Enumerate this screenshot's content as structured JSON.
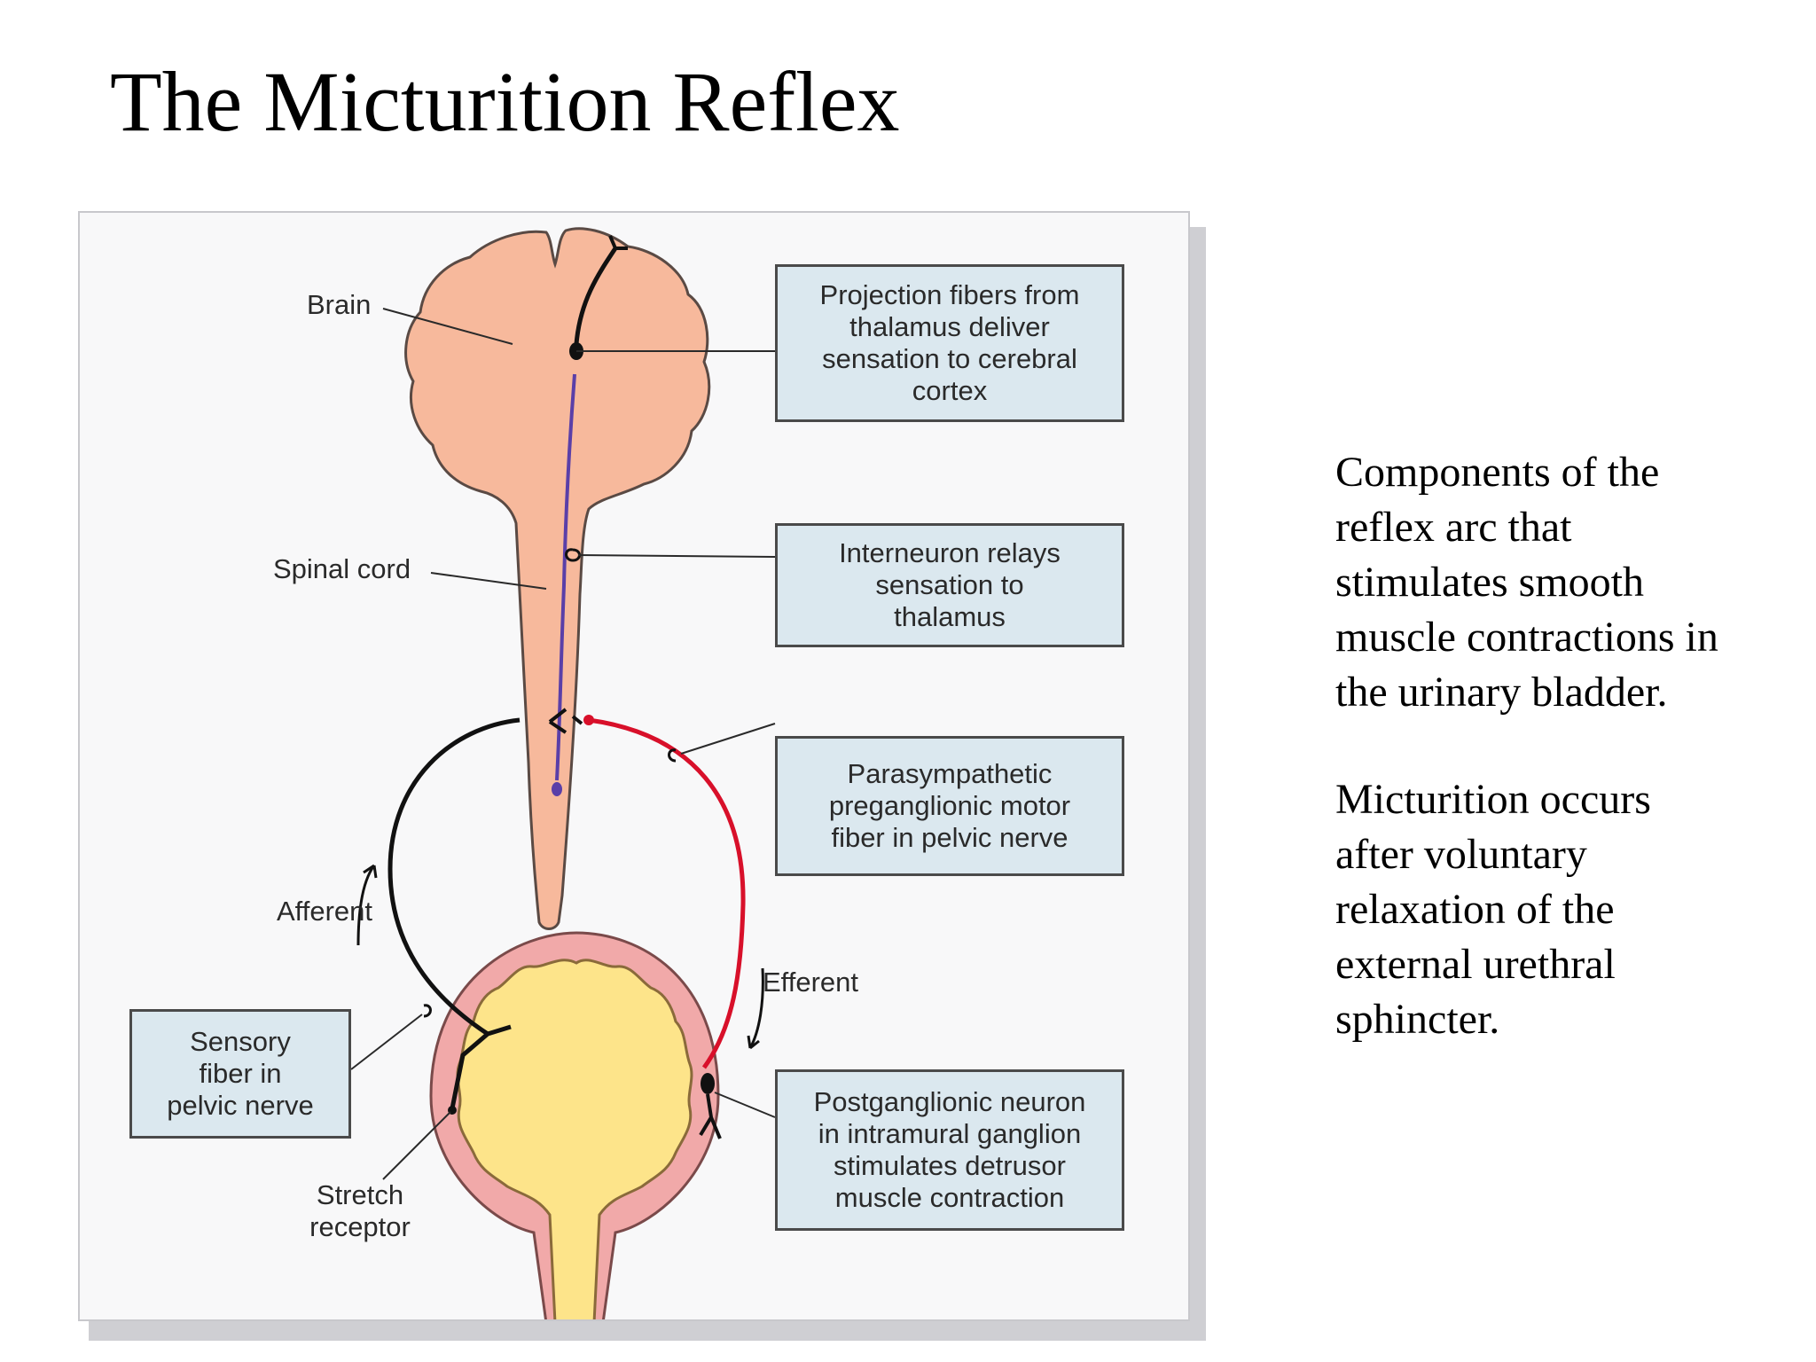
{
  "slide": {
    "title": "The Micturition Reflex"
  },
  "diagram": {
    "labels": {
      "brain": "Brain",
      "spinal_cord": "Spinal cord",
      "afferent": "Afferent",
      "efferent": "Efferent",
      "stretch_receptor": "Stretch\nreceptor"
    },
    "callouts": {
      "projection_fibers": "Projection fibers from\nthalamus deliver\nsensation to cerebral\ncortex",
      "interneuron": "Interneuron relays\nsensation to\nthalamus",
      "parasympathetic": "Parasympathetic\npreganglionic motor\nfiber in pelvic nerve",
      "sensory_fiber": "Sensory\nfiber in\npelvic nerve",
      "postganglionic": "Postganglionic neuron\nin intramural ganglion\nstimulates detrusor\nmuscle contraction"
    },
    "colors": {
      "brain_fill": "#f7b99c",
      "bladder_wall": "#f1a9a9",
      "bladder_lumen": "#fde48a",
      "interneuron_fiber": "#5a3fa8",
      "efferent_fiber": "#d8102a",
      "afferent_fiber": "#111111",
      "callout_fill": "#dbe8ef"
    }
  },
  "side_text": {
    "paragraph_1": "Components of the\nreflex arc that\nstimulates smooth\nmuscle contractions in\nthe urinary bladder.",
    "paragraph_2": "Micturition occurs\nafter voluntary\nrelaxation of the\nexternal urethral\nsphincter."
  }
}
